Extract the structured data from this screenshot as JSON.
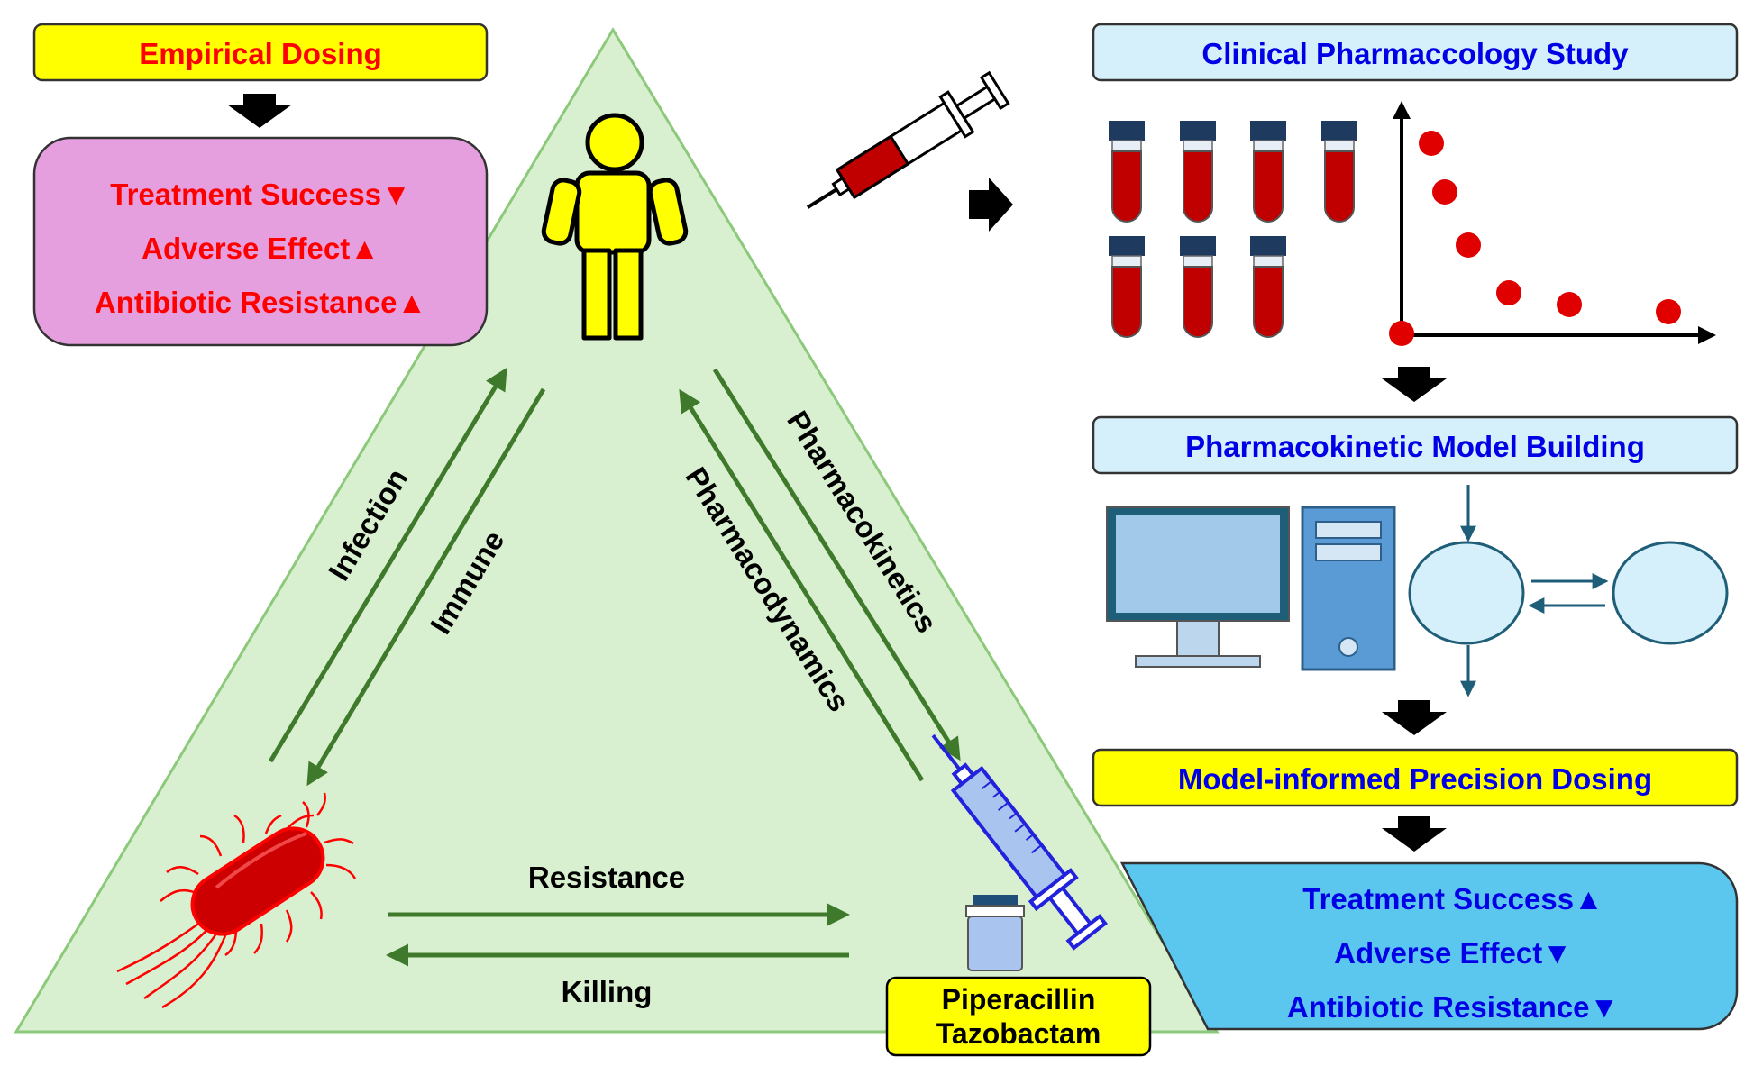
{
  "empirical": {
    "title": "Empirical Dosing",
    "outcomes": [
      "Treatment Success▼",
      "Adverse Effect▲",
      "Antibiotic Resistance▲"
    ]
  },
  "triangle": {
    "infection": "Infection",
    "immune": "Immune",
    "pharmacokinetics": "Pharmacokinetics",
    "pharmacodynamics": "Pharmacodynamics",
    "resistance": "Resistance",
    "killing": "Killing",
    "drug_line1": "Piperacillin",
    "drug_line2": "Tazobactam"
  },
  "workflow": {
    "study": "Clinical Pharmaccology Study",
    "model": "Pharmacokinetic Model Building",
    "dosing": "Model-informed Precision Dosing",
    "outcomes": [
      "Treatment Success▲",
      "Adverse Effect▼",
      "Antibiotic Resistance▼"
    ]
  },
  "colors": {
    "triangle_fill": "#d9f0d0",
    "arrow_green": "#3f7a2c",
    "red_text": "#ff0000",
    "blue_text": "#0000e6",
    "yellow": "#ffff00",
    "pink_box": "#e59ede",
    "light_blue_box": "#d5effb",
    "blue_box": "#5bc7ef"
  },
  "icons": [
    "person-icon",
    "bacteria-icon",
    "syringe-icon",
    "vial-icon",
    "blood-tube-icon",
    "computer-icon",
    "compartment-icon"
  ]
}
